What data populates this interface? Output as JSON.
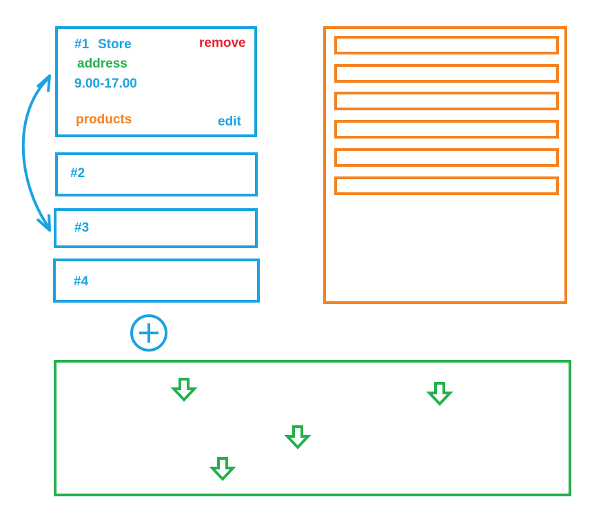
{
  "store_list": {
    "card1": {
      "number": "#1",
      "name": "Store",
      "remove": "remove",
      "address": "address",
      "hours": "9.00-17.00",
      "products": "products",
      "edit": "edit"
    },
    "card2": {
      "number": "#2"
    },
    "card3": {
      "number": "#3"
    },
    "card4": {
      "number": "#4"
    },
    "add_icon": "plus-circle-icon",
    "reorder_icon": "double-headed-arrow-icon"
  },
  "product_panel": {
    "row_count": 6
  },
  "drop_zone": {
    "icon": "arrow-down-icon",
    "arrow_count": 4
  },
  "colors": {
    "blue": "#1aa3e1",
    "orange": "#f58220",
    "green": "#22b14c",
    "red": "#e8202a"
  }
}
